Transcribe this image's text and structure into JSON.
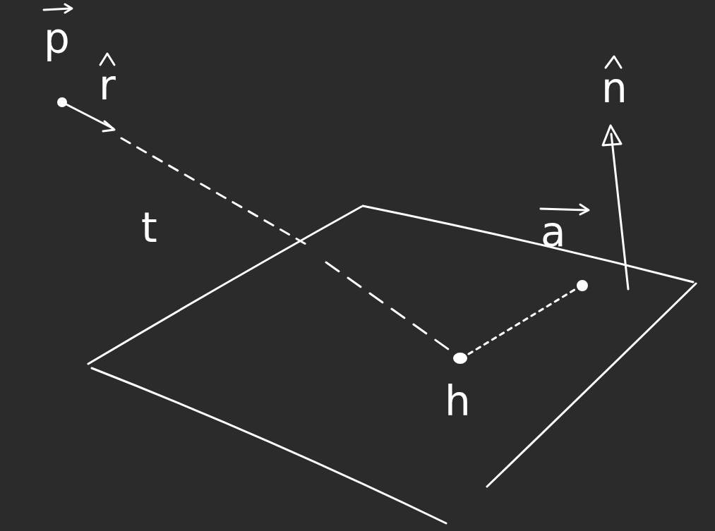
{
  "diagram": {
    "labels": [
      "p",
      "r",
      "t",
      "a",
      "h",
      "n"
    ]
  }
}
